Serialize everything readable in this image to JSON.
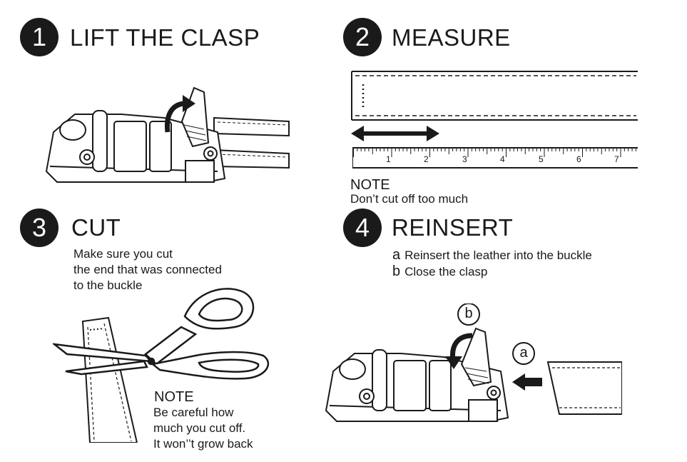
{
  "steps": [
    {
      "number": "1",
      "title": "LIFT THE CLASP"
    },
    {
      "number": "2",
      "title": "MEASURE",
      "note_heading": "NOTE",
      "note_text": "Don’t cut off too much",
      "ruler_labels": [
        "1",
        "2",
        "3",
        "4",
        "5",
        "6",
        "7"
      ]
    },
    {
      "number": "3",
      "title": "CUT",
      "instruction_lines": [
        "Make sure you cut",
        "the end that was connected",
        "to the buckle"
      ],
      "note_heading": "NOTE",
      "note_lines": [
        "Be careful how",
        "much you cut off.",
        "It won’’t grow back"
      ]
    },
    {
      "number": "4",
      "title": "REINSERT",
      "substeps": [
        {
          "letter": "a",
          "text": "Reinsert the leather into the buckle"
        },
        {
          "letter": "b",
          "text": "Close the clasp"
        }
      ],
      "callouts": [
        "b",
        "a"
      ]
    }
  ],
  "colors": {
    "ink": "#1a1a1a",
    "background": "#ffffff"
  },
  "icons": [
    "lift-arrow-icon",
    "double-arrow-icon",
    "scissors-icon",
    "close-arrow-icon",
    "insert-arrow-icon"
  ]
}
